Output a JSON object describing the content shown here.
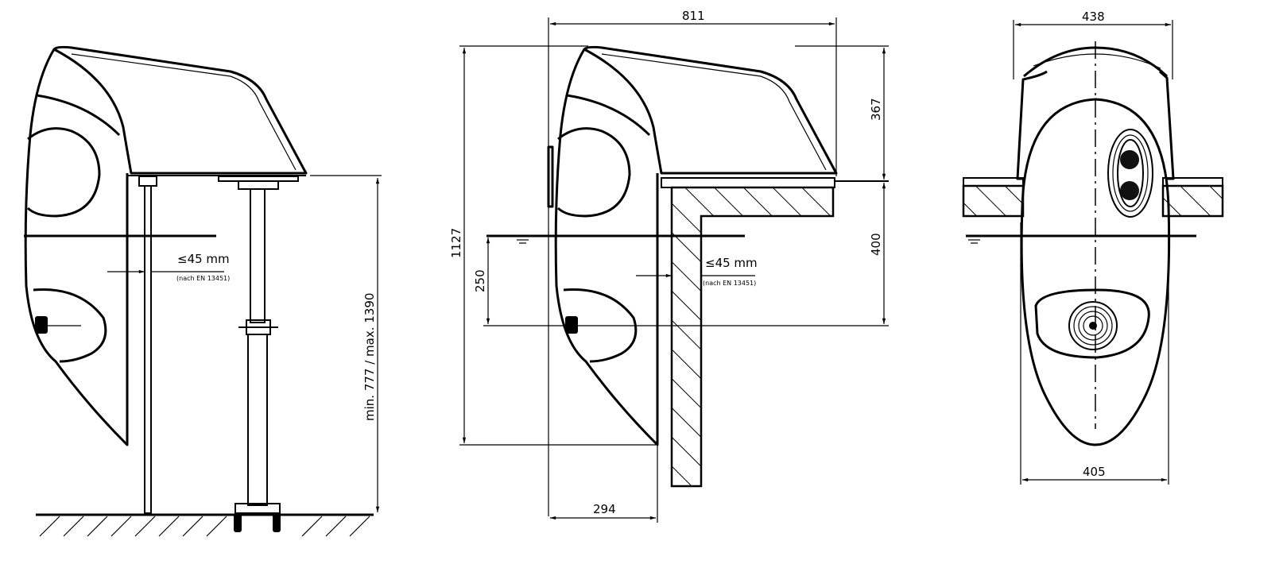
{
  "title": "Technical dimension drawing",
  "views": {
    "side_mounted": {
      "gap_label": "≤45 mm",
      "gap_note": "(nach EN 13451)",
      "height_range": "min. 777 / max. 1390"
    },
    "side_wall": {
      "width_total": "811",
      "height_total": "1127",
      "upper_height": "367",
      "lower_height": "400",
      "nozzle_height": "250",
      "base_depth": "294",
      "gap_label": "≤45 mm",
      "gap_note": "(nach EN 13451)"
    },
    "front": {
      "top_width": "438",
      "bottom_width": "405"
    }
  }
}
